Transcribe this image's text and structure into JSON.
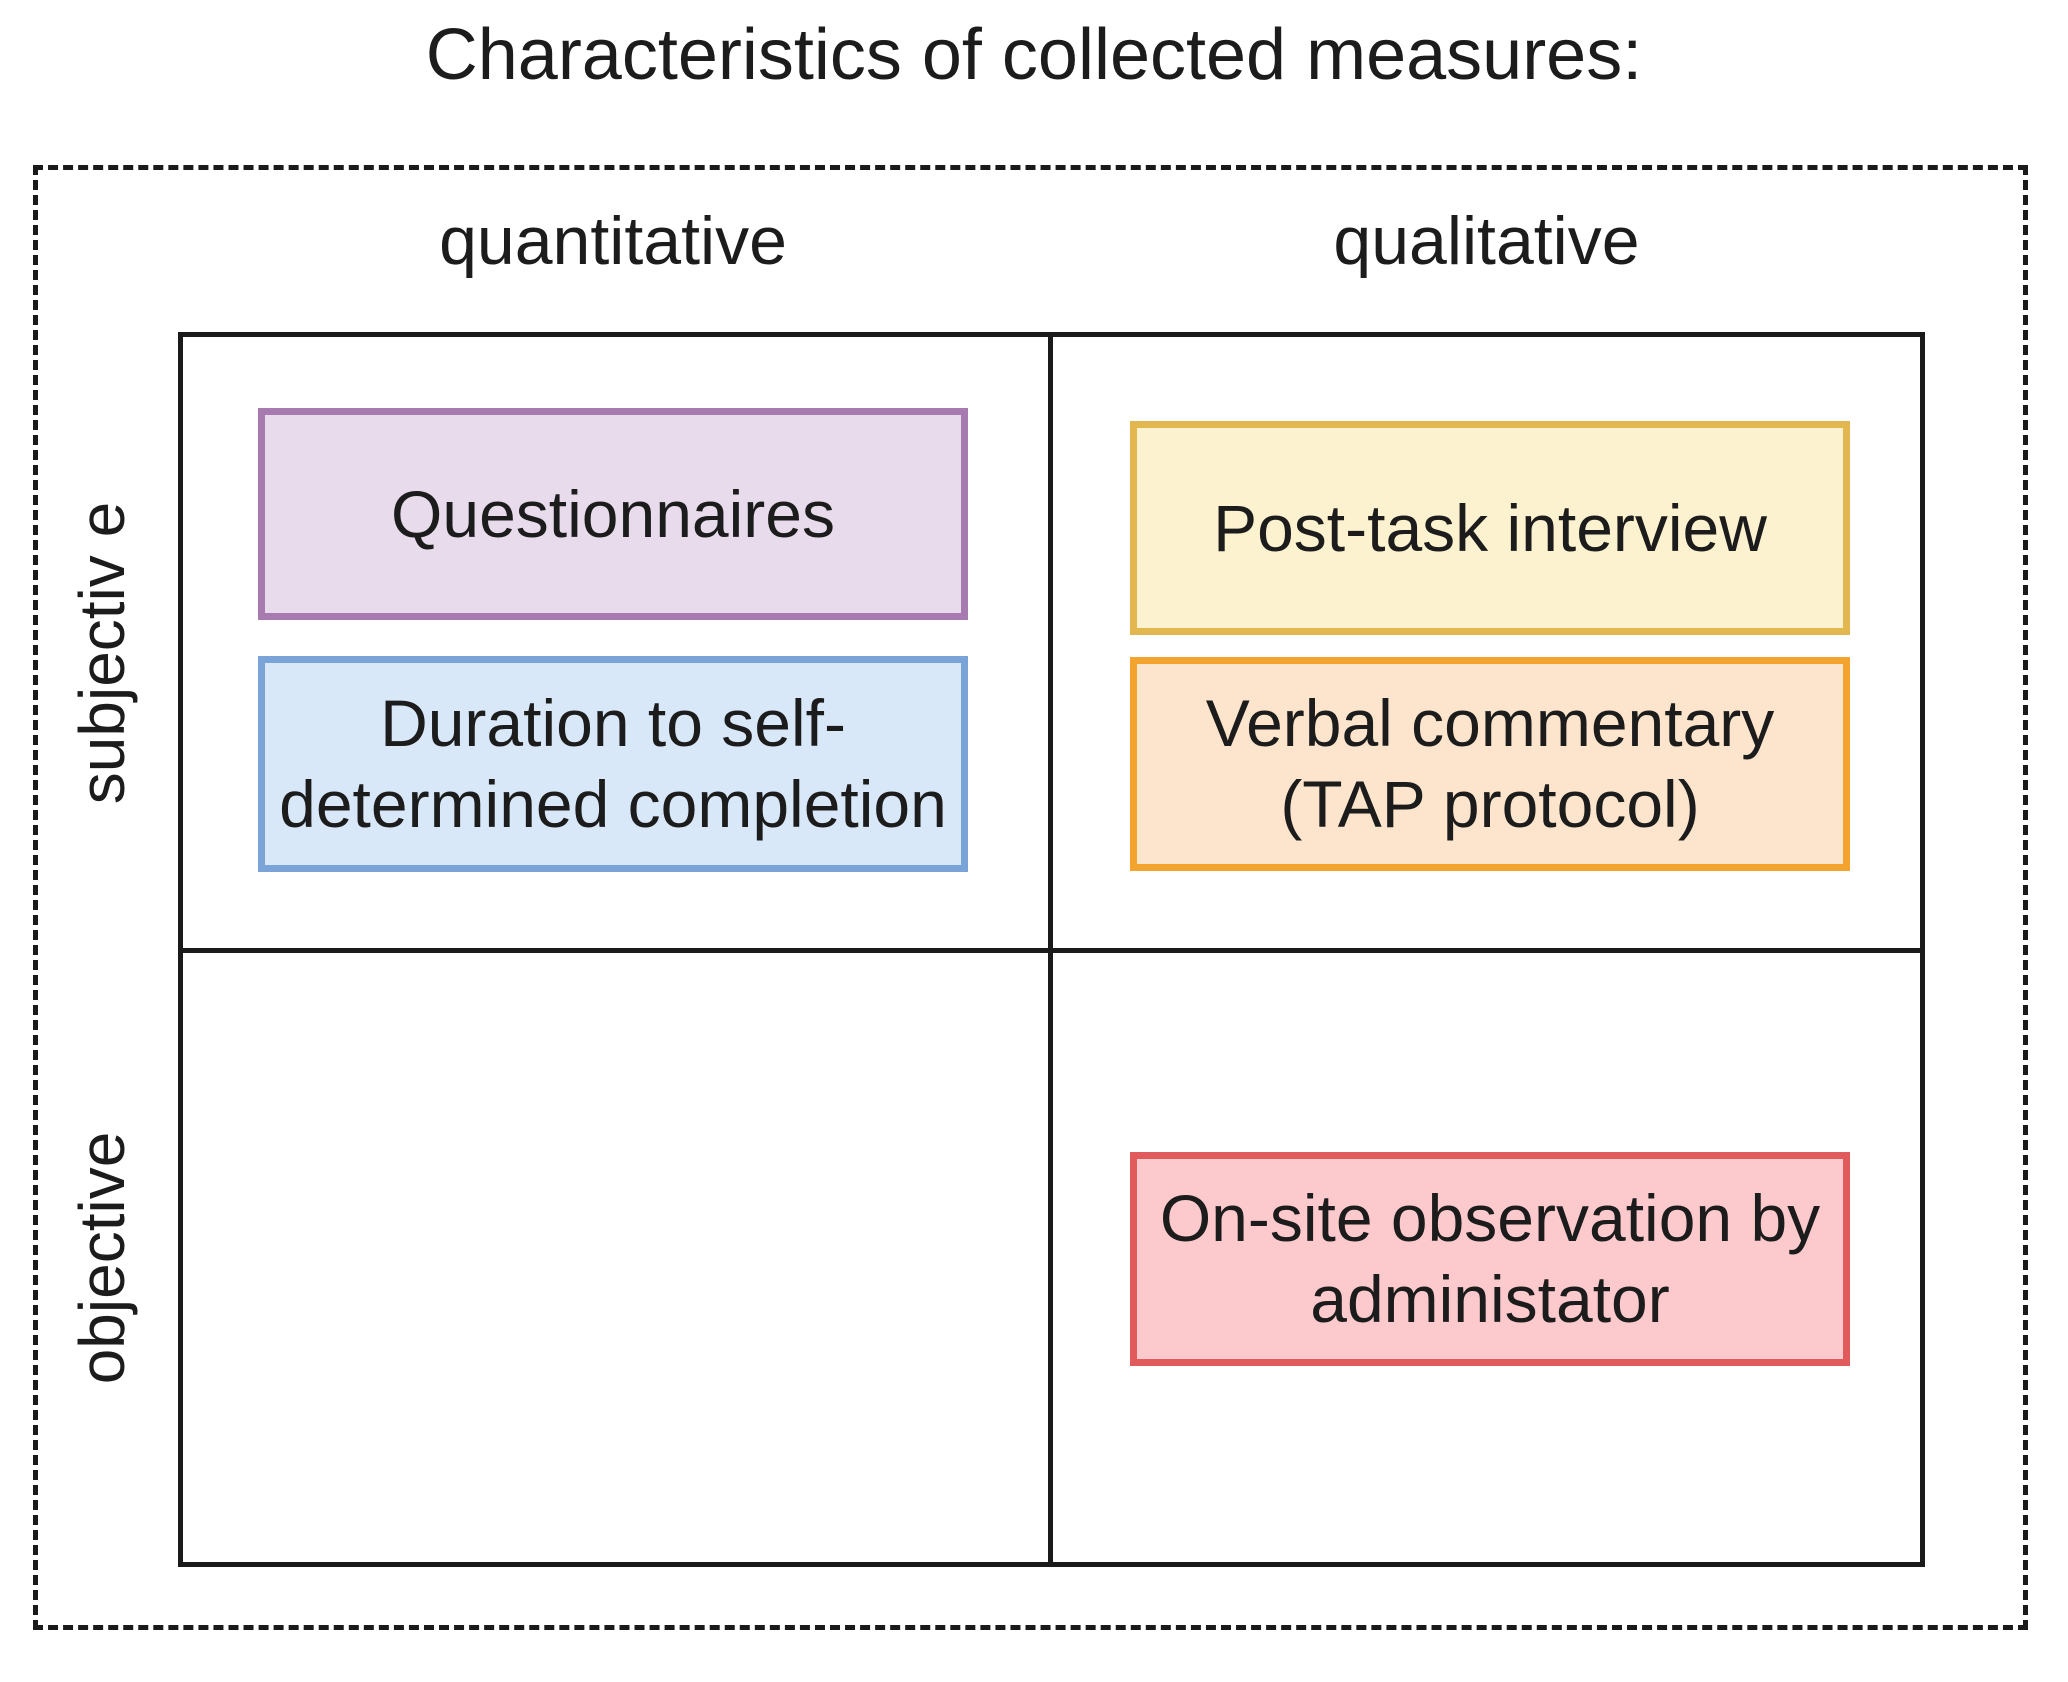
{
  "title": "Characteristics of collected measures:",
  "matrix": {
    "column_headers": [
      {
        "id": "quantitative",
        "label": "quantitative"
      },
      {
        "id": "qualitative",
        "label": "qualitative"
      }
    ],
    "row_headers": [
      {
        "id": "subjective",
        "label": "subjectiv e"
      },
      {
        "id": "objective",
        "label": "objective"
      }
    ]
  },
  "boxes": {
    "questionnaires": {
      "label": "Questionnaires",
      "quadrant": "subjective / quantitative",
      "fill": "#e8dbec",
      "border": "#a77bb0"
    },
    "duration": {
      "label": "Duration to self-determined completion",
      "quadrant": "subjective / quantitative",
      "fill": "#d9e8f9",
      "border": "#7aa3d8"
    },
    "post_task_interview": {
      "label": "Post-task interview",
      "quadrant": "subjective / qualitative",
      "fill": "#fdf2cf",
      "border": "#e3b74f"
    },
    "verbal_commentary": {
      "label": "Verbal commentary (TAP protocol)",
      "quadrant": "subjective / qualitative",
      "fill": "#fce5cc",
      "border": "#f2a42e"
    },
    "onsite_observation": {
      "label": "On-site observation by administator",
      "quadrant": "objective / qualitative",
      "fill": "#fccacd",
      "border": "#e05c5c"
    }
  },
  "colors": {
    "line": "#1a1a1a",
    "text": "#1c1c1c",
    "page_background": "#ffffff"
  }
}
